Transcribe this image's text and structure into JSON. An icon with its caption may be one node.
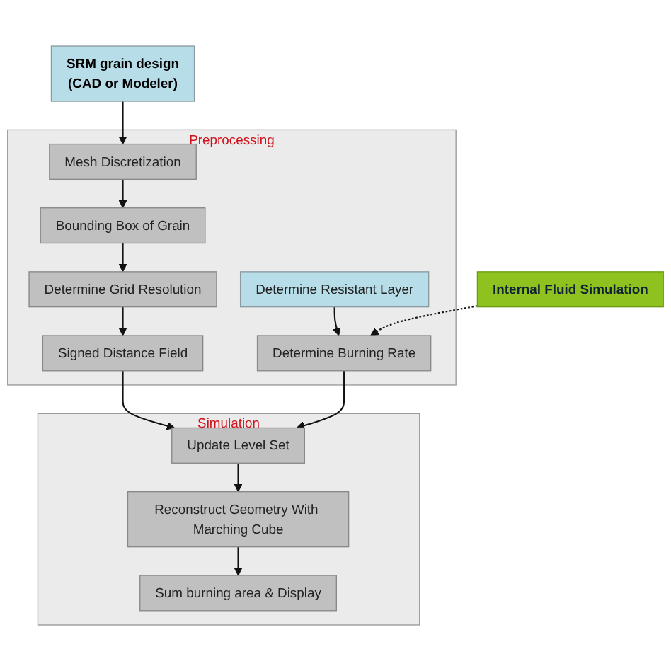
{
  "diagram": {
    "nodes": [
      {
        "text": [
          "SRM grain design",
          "(CAD or Modeler)"
        ]
      },
      {
        "text": [
          "Preprocessing"
        ]
      },
      {
        "text": [
          "Mesh Discretization"
        ],
        "in": 1
      },
      {
        "text": [
          "Bounding Box of Grain"
        ],
        "in": 1
      },
      {
        "text": [
          "Determine Grid Resolution"
        ],
        "in": 1
      },
      {
        "text": [
          "Signed Distance Field"
        ],
        "in": 1
      },
      {
        "text": [
          "Determine Resistant Layer"
        ],
        "in": 1
      },
      {
        "text": [
          "Determine Burning Rate"
        ],
        "in": 1
      },
      {
        "text": [
          "Internal Fluid Simulation"
        ]
      },
      {
        "text": [
          "Simulation"
        ]
      },
      {
        "text": [
          "Update Level Set"
        ],
        "in": 9
      },
      {
        "text": [
          "Reconstruct Geometry With Marching Cube"
        ],
        "in": 9
      },
      {
        "text": [
          "Sum burning area & Display"
        ],
        "in": 9
      }
    ],
    "edges": [
      {
        "from": 0,
        "to": 2,
        "arrow": "to"
      },
      {
        "from": 2,
        "to": 3,
        "arrow": "to"
      },
      {
        "from": 3,
        "to": 4,
        "arrow": "to"
      },
      {
        "from": 4,
        "to": 5,
        "arrow": "to"
      },
      {
        "from": 6,
        "to": 7,
        "arrow": "to"
      },
      {
        "from": 8,
        "to": 7,
        "arrow": "to",
        "style": "dashed"
      },
      {
        "from": 5,
        "to": 10,
        "arrow": "to"
      },
      {
        "from": 7,
        "to": 10,
        "arrow": "to"
      },
      {
        "from": 10,
        "to": 11,
        "arrow": "to"
      },
      {
        "from": 11,
        "to": 12,
        "arrow": "to"
      }
    ]
  }
}
